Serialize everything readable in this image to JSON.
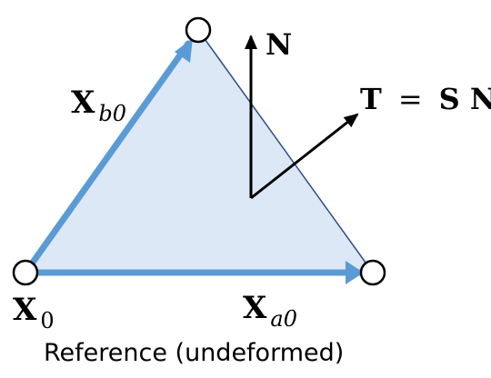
{
  "labels": {
    "x0_main": "X",
    "x0_sub": "0",
    "xa0_main": "X",
    "xa0_sub": "a0",
    "xb0_main": "X",
    "xb0_sub": "b0",
    "normal": "N",
    "traction_lhs": "T",
    "traction_eq": "=",
    "traction_rhs": "S N"
  },
  "caption": "Reference (undeformed)",
  "colors": {
    "triangle_fill": "#dce8f6",
    "triangle_edge": "#2f4e86",
    "edge_vectors": "#5b9bd5",
    "arrows": "#000000",
    "vertices": "#000000"
  }
}
